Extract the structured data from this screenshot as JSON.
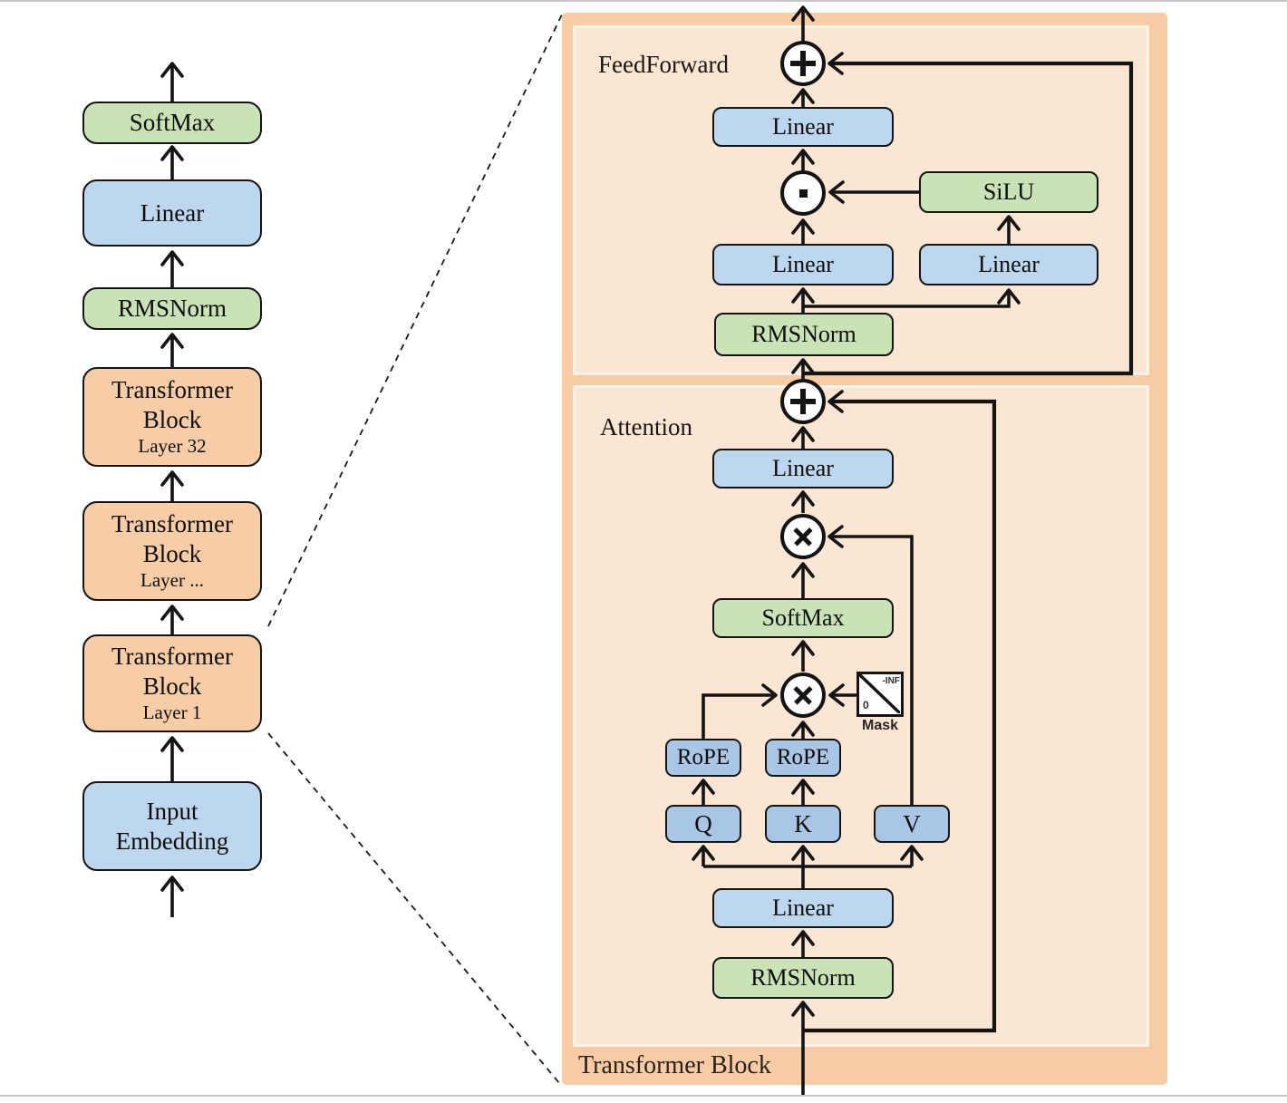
{
  "colors": {
    "green": "#c9e3b6",
    "blue": "#bdd7ef",
    "blue_dark": "#a9c6e7",
    "orange": "#f7cda7",
    "panel_outer": "#f6cba6",
    "panel_inner": "#fbe5d3",
    "line": "#141414"
  },
  "icons": {
    "residual_add": "plus-circle",
    "matmul": "multiply-circle",
    "elementwise_product": "dot-circle",
    "causal_mask": "triangle-mask"
  },
  "left_stack": {
    "blocks": [
      {
        "label": "SoftMax"
      },
      {
        "label": "Linear"
      },
      {
        "label": "RMSNorm"
      },
      {
        "label": "Transformer Block",
        "sublabel": "Layer 32"
      },
      {
        "label": "Transformer Block",
        "sublabel": "Layer ..."
      },
      {
        "label": "Transformer Block",
        "sublabel": "Layer 1"
      },
      {
        "label": "Input Embedding"
      }
    ]
  },
  "panel": {
    "title": "Transformer Block",
    "feedforward": {
      "label": "FeedForward",
      "linear_out": "Linear",
      "silu": "SiLU",
      "linear_gate": "Linear",
      "linear_up": "Linear",
      "rmsnorm": "RMSNorm"
    },
    "attention": {
      "label": "Attention",
      "linear_out": "Linear",
      "softmax": "SoftMax",
      "mask_neg": "-INF",
      "mask_zero": "0",
      "mask_label": "Mask",
      "rope_q": "RoPE",
      "rope_k": "RoPE",
      "q": "Q",
      "k": "K",
      "v": "V",
      "linear_in": "Linear",
      "rmsnorm": "RMSNorm"
    }
  }
}
